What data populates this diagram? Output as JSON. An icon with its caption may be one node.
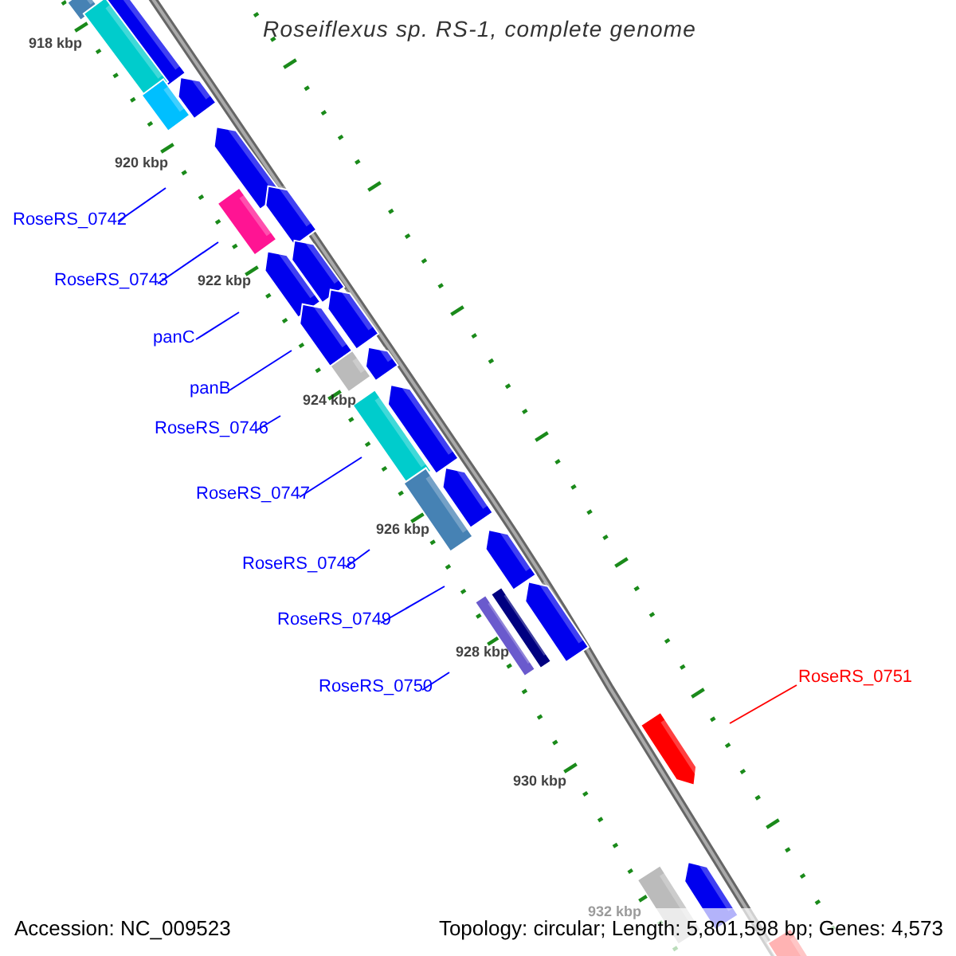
{
  "diagram": {
    "title": "Roseiflexus sp. RS-1, complete genome",
    "nodes": [
      {
        "text": [
          "RoseRS_0742"
        ]
      },
      {
        "text": [
          "RoseRS_0743"
        ]
      },
      {
        "text": [
          "panC"
        ]
      },
      {
        "text": [
          "panB"
        ]
      },
      {
        "text": [
          "RoseRS_0746"
        ]
      },
      {
        "text": [
          "RoseRS_0747"
        ]
      },
      {
        "text": [
          "RoseRS_0748"
        ]
      },
      {
        "text": [
          "RoseRS_0749"
        ]
      },
      {
        "text": [
          "RoseRS_0750"
        ]
      },
      {
        "text": [
          "RoseRS_0751"
        ]
      }
    ],
    "edges": [
      {
        "from": 0,
        "to": null,
        "arrow": "none"
      },
      {
        "from": 1,
        "to": null,
        "arrow": "none"
      },
      {
        "from": 2,
        "to": null,
        "arrow": "none"
      },
      {
        "from": 3,
        "to": null,
        "arrow": "none"
      },
      {
        "from": 4,
        "to": null,
        "arrow": "none"
      },
      {
        "from": 5,
        "to": null,
        "arrow": "none"
      },
      {
        "from": 6,
        "to": null,
        "arrow": "none"
      },
      {
        "from": 7,
        "to": null,
        "arrow": "none"
      },
      {
        "from": 8,
        "to": null,
        "arrow": "none"
      },
      {
        "from": 9,
        "to": null,
        "arrow": "none",
        "color": "#ff0000"
      }
    ],
    "labels": [
      "918 kbp",
      "920 kbp",
      "922 kbp",
      "924 kbp",
      "926 kbp",
      "928 kbp",
      "930 kbp",
      "932 kbp",
      "Accession: NC_009523",
      "Topology: circular; Length: 5,801,598 bp; Genes: 4,573"
    ]
  }
}
